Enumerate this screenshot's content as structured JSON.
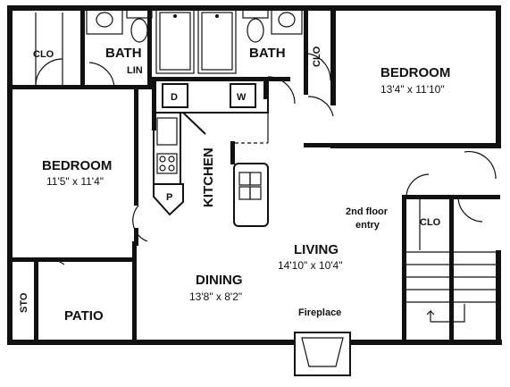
{
  "labels": {
    "clo_left": "CLO",
    "bath_left": "BATH",
    "lin": "LIN",
    "bath_right": "BATH",
    "clo_right": "CLO",
    "bedroom_right": "BEDROOM",
    "bedroom_right_dim": "13'4\" x 11'10\"",
    "bedroom_left": "BEDROOM",
    "bedroom_left_dim": "11'5\" x 11'4\"",
    "washer_dryer_d": "D",
    "washer_dryer_w": "W",
    "kitchen": "KITCHEN",
    "pantry": "P",
    "floor_entry_line1": "2nd floor",
    "floor_entry_line2": "entry",
    "clo_stair": "CLO",
    "living": "LIVING",
    "living_dim": "14'10\" x 10'4\"",
    "dining": "DINING",
    "dining_dim": "13'8\" x 8'2\"",
    "sto": "STO",
    "patio": "PATIO",
    "fireplace": "Fireplace"
  }
}
